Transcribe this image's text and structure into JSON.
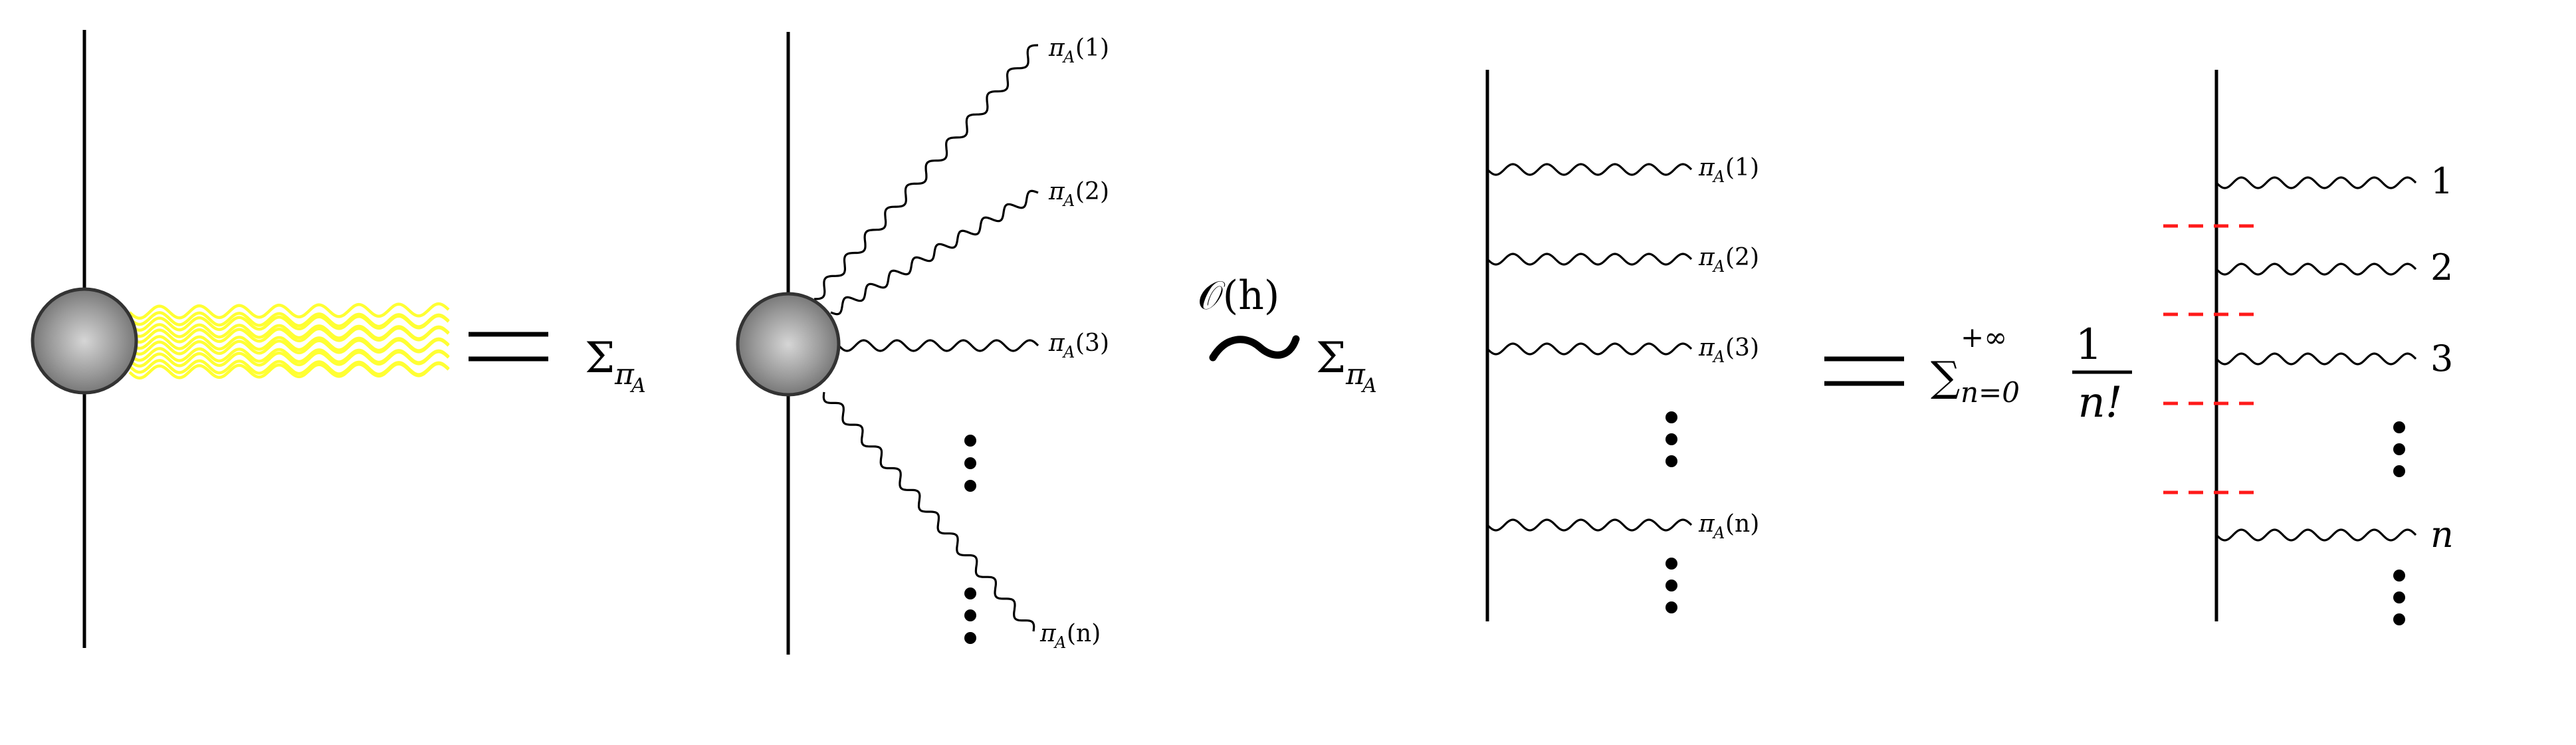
{
  "symbols": {
    "equals": "=",
    "sum": "Σ",
    "pi": "π",
    "sub_A": "A",
    "tilde": "∼",
    "order": "𝒪(h)",
    "big_sum": "∑",
    "sum_lower": "n=0",
    "sum_upper": "+∞",
    "frac_num": "1",
    "frac_den": "n!"
  },
  "panel2_labels": [
    "(1)",
    "(2)",
    "(3)",
    "(n)"
  ],
  "panel3_labels": [
    "(1)",
    "(2)",
    "(3)",
    "(n)"
  ],
  "panel4_labels": [
    "1",
    "2",
    "3",
    "n"
  ],
  "colors": {
    "blob": "#8c8c8c",
    "soft_photons": "#ffff33",
    "cut": "#ff1a1a",
    "lines": "#000000"
  }
}
